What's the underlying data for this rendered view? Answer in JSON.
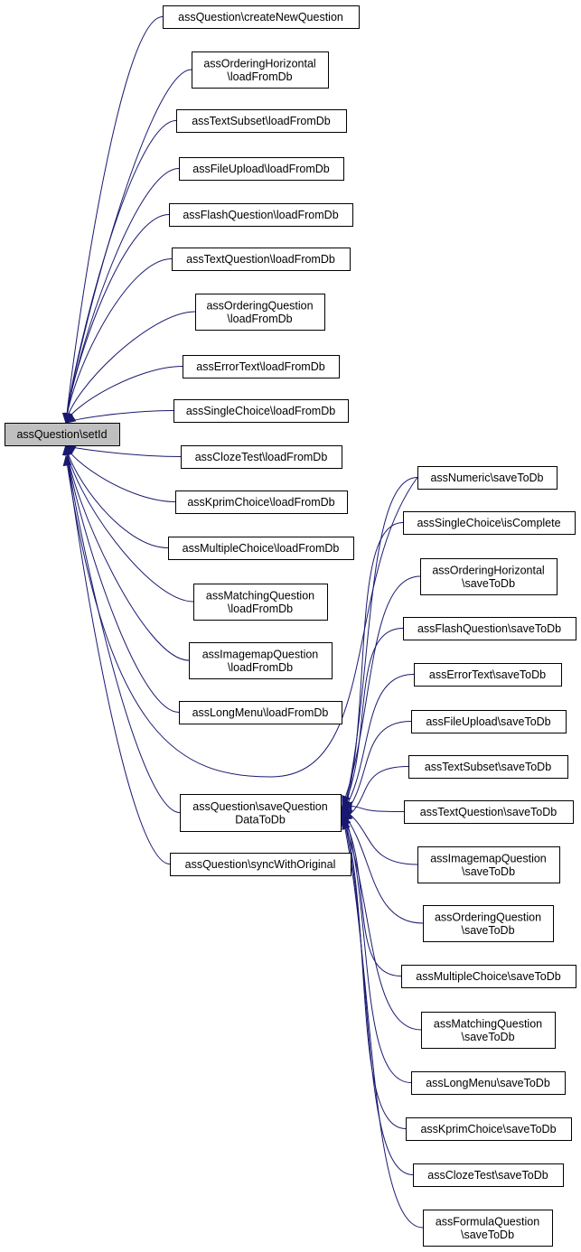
{
  "graph": {
    "nodes": [
      {
        "id": "setId",
        "lines": [
          "assQuestion\\setId"
        ],
        "root": true
      },
      {
        "id": "createNewQuestion",
        "lines": [
          "assQuestion\\createNewQuestion"
        ]
      },
      {
        "id": "orderingHorizontalLoad",
        "lines": [
          "assOrderingHorizontal",
          "\\loadFromDb"
        ]
      },
      {
        "id": "textSubsetLoad",
        "lines": [
          "assTextSubset\\loadFromDb"
        ]
      },
      {
        "id": "fileUploadLoad",
        "lines": [
          "assFileUpload\\loadFromDb"
        ]
      },
      {
        "id": "flashQuestionLoad",
        "lines": [
          "assFlashQuestion\\loadFromDb"
        ]
      },
      {
        "id": "textQuestionLoad",
        "lines": [
          "assTextQuestion\\loadFromDb"
        ]
      },
      {
        "id": "orderingQuestionLoad",
        "lines": [
          "assOrderingQuestion",
          "\\loadFromDb"
        ]
      },
      {
        "id": "errorTextLoad",
        "lines": [
          "assErrorText\\loadFromDb"
        ]
      },
      {
        "id": "singleChoiceLoad",
        "lines": [
          "assSingleChoice\\loadFromDb"
        ]
      },
      {
        "id": "clozeTestLoad",
        "lines": [
          "assClozeTest\\loadFromDb"
        ]
      },
      {
        "id": "kprimChoiceLoad",
        "lines": [
          "assKprimChoice\\loadFromDb"
        ]
      },
      {
        "id": "multipleChoiceLoad",
        "lines": [
          "assMultipleChoice\\loadFromDb"
        ]
      },
      {
        "id": "matchingQuestionLoad",
        "lines": [
          "assMatchingQuestion",
          "\\loadFromDb"
        ]
      },
      {
        "id": "imagemapQuestionLoad",
        "lines": [
          "assImagemapQuestion",
          "\\loadFromDb"
        ]
      },
      {
        "id": "longMenuLoad",
        "lines": [
          "assLongMenu\\loadFromDb"
        ]
      },
      {
        "id": "saveQuestionDataToDb",
        "lines": [
          "assQuestion\\saveQuestion",
          "DataToDb"
        ]
      },
      {
        "id": "syncWithOriginal",
        "lines": [
          "assQuestion\\syncWithOriginal"
        ]
      },
      {
        "id": "numericSave",
        "lines": [
          "assNumeric\\saveToDb"
        ]
      },
      {
        "id": "singleChoiceIsComplete",
        "lines": [
          "assSingleChoice\\isComplete"
        ]
      },
      {
        "id": "orderingHorizontalSave",
        "lines": [
          "assOrderingHorizontal",
          "\\saveToDb"
        ]
      },
      {
        "id": "flashQuestionSave",
        "lines": [
          "assFlashQuestion\\saveToDb"
        ]
      },
      {
        "id": "errorTextSave",
        "lines": [
          "assErrorText\\saveToDb"
        ]
      },
      {
        "id": "fileUploadSave",
        "lines": [
          "assFileUpload\\saveToDb"
        ]
      },
      {
        "id": "textSubsetSave",
        "lines": [
          "assTextSubset\\saveToDb"
        ]
      },
      {
        "id": "textQuestionSave",
        "lines": [
          "assTextQuestion\\saveToDb"
        ]
      },
      {
        "id": "imagemapQuestionSave",
        "lines": [
          "assImagemapQuestion",
          "\\saveToDb"
        ]
      },
      {
        "id": "orderingQuestionSave",
        "lines": [
          "assOrderingQuestion",
          "\\saveToDb"
        ]
      },
      {
        "id": "multipleChoiceSave",
        "lines": [
          "assMultipleChoice\\saveToDb"
        ]
      },
      {
        "id": "matchingQuestionSave",
        "lines": [
          "assMatchingQuestion",
          "\\saveToDb"
        ]
      },
      {
        "id": "longMenuSave",
        "lines": [
          "assLongMenu\\saveToDb"
        ]
      },
      {
        "id": "kprimChoiceSave",
        "lines": [
          "assKprimChoice\\saveToDb"
        ]
      },
      {
        "id": "clozeTestSave",
        "lines": [
          "assClozeTest\\saveToDb"
        ]
      },
      {
        "id": "formulaQuestionSave",
        "lines": [
          "assFormulaQuestion",
          "\\saveToDb"
        ]
      }
    ],
    "edges": [
      {
        "from": "createNewQuestion",
        "to": "setId"
      },
      {
        "from": "orderingHorizontalLoad",
        "to": "setId"
      },
      {
        "from": "textSubsetLoad",
        "to": "setId"
      },
      {
        "from": "fileUploadLoad",
        "to": "setId"
      },
      {
        "from": "flashQuestionLoad",
        "to": "setId"
      },
      {
        "from": "textQuestionLoad",
        "to": "setId"
      },
      {
        "from": "orderingQuestionLoad",
        "to": "setId"
      },
      {
        "from": "errorTextLoad",
        "to": "setId"
      },
      {
        "from": "singleChoiceLoad",
        "to": "setId"
      },
      {
        "from": "clozeTestLoad",
        "to": "setId"
      },
      {
        "from": "kprimChoiceLoad",
        "to": "setId"
      },
      {
        "from": "multipleChoiceLoad",
        "to": "setId"
      },
      {
        "from": "matchingQuestionLoad",
        "to": "setId"
      },
      {
        "from": "imagemapQuestionLoad",
        "to": "setId"
      },
      {
        "from": "longMenuLoad",
        "to": "setId"
      },
      {
        "from": "numericSave",
        "to": "setId"
      },
      {
        "from": "saveQuestionDataToDb",
        "to": "setId"
      },
      {
        "from": "syncWithOriginal",
        "to": "setId"
      },
      {
        "from": "singleChoiceIsComplete",
        "to": "saveQuestionDataToDb"
      },
      {
        "from": "orderingHorizontalSave",
        "to": "saveQuestionDataToDb"
      },
      {
        "from": "flashQuestionSave",
        "to": "saveQuestionDataToDb"
      },
      {
        "from": "errorTextSave",
        "to": "saveQuestionDataToDb"
      },
      {
        "from": "fileUploadSave",
        "to": "saveQuestionDataToDb"
      },
      {
        "from": "textSubsetSave",
        "to": "saveQuestionDataToDb"
      },
      {
        "from": "textQuestionSave",
        "to": "saveQuestionDataToDb"
      },
      {
        "from": "imagemapQuestionSave",
        "to": "saveQuestionDataToDb"
      },
      {
        "from": "orderingQuestionSave",
        "to": "saveQuestionDataToDb"
      },
      {
        "from": "multipleChoiceSave",
        "to": "saveQuestionDataToDb"
      },
      {
        "from": "matchingQuestionSave",
        "to": "saveQuestionDataToDb"
      },
      {
        "from": "longMenuSave",
        "to": "saveQuestionDataToDb"
      },
      {
        "from": "kprimChoiceSave",
        "to": "saveQuestionDataToDb"
      },
      {
        "from": "clozeTestSave",
        "to": "saveQuestionDataToDb"
      },
      {
        "from": "formulaQuestionSave",
        "to": "saveQuestionDataToDb"
      },
      {
        "from": "numericSave",
        "to": "saveQuestionDataToDb"
      }
    ]
  },
  "colors": {
    "edge": "#191970",
    "root_fill": "#bfbfbf",
    "node_fill": "#ffffff",
    "node_border": "#000000"
  }
}
